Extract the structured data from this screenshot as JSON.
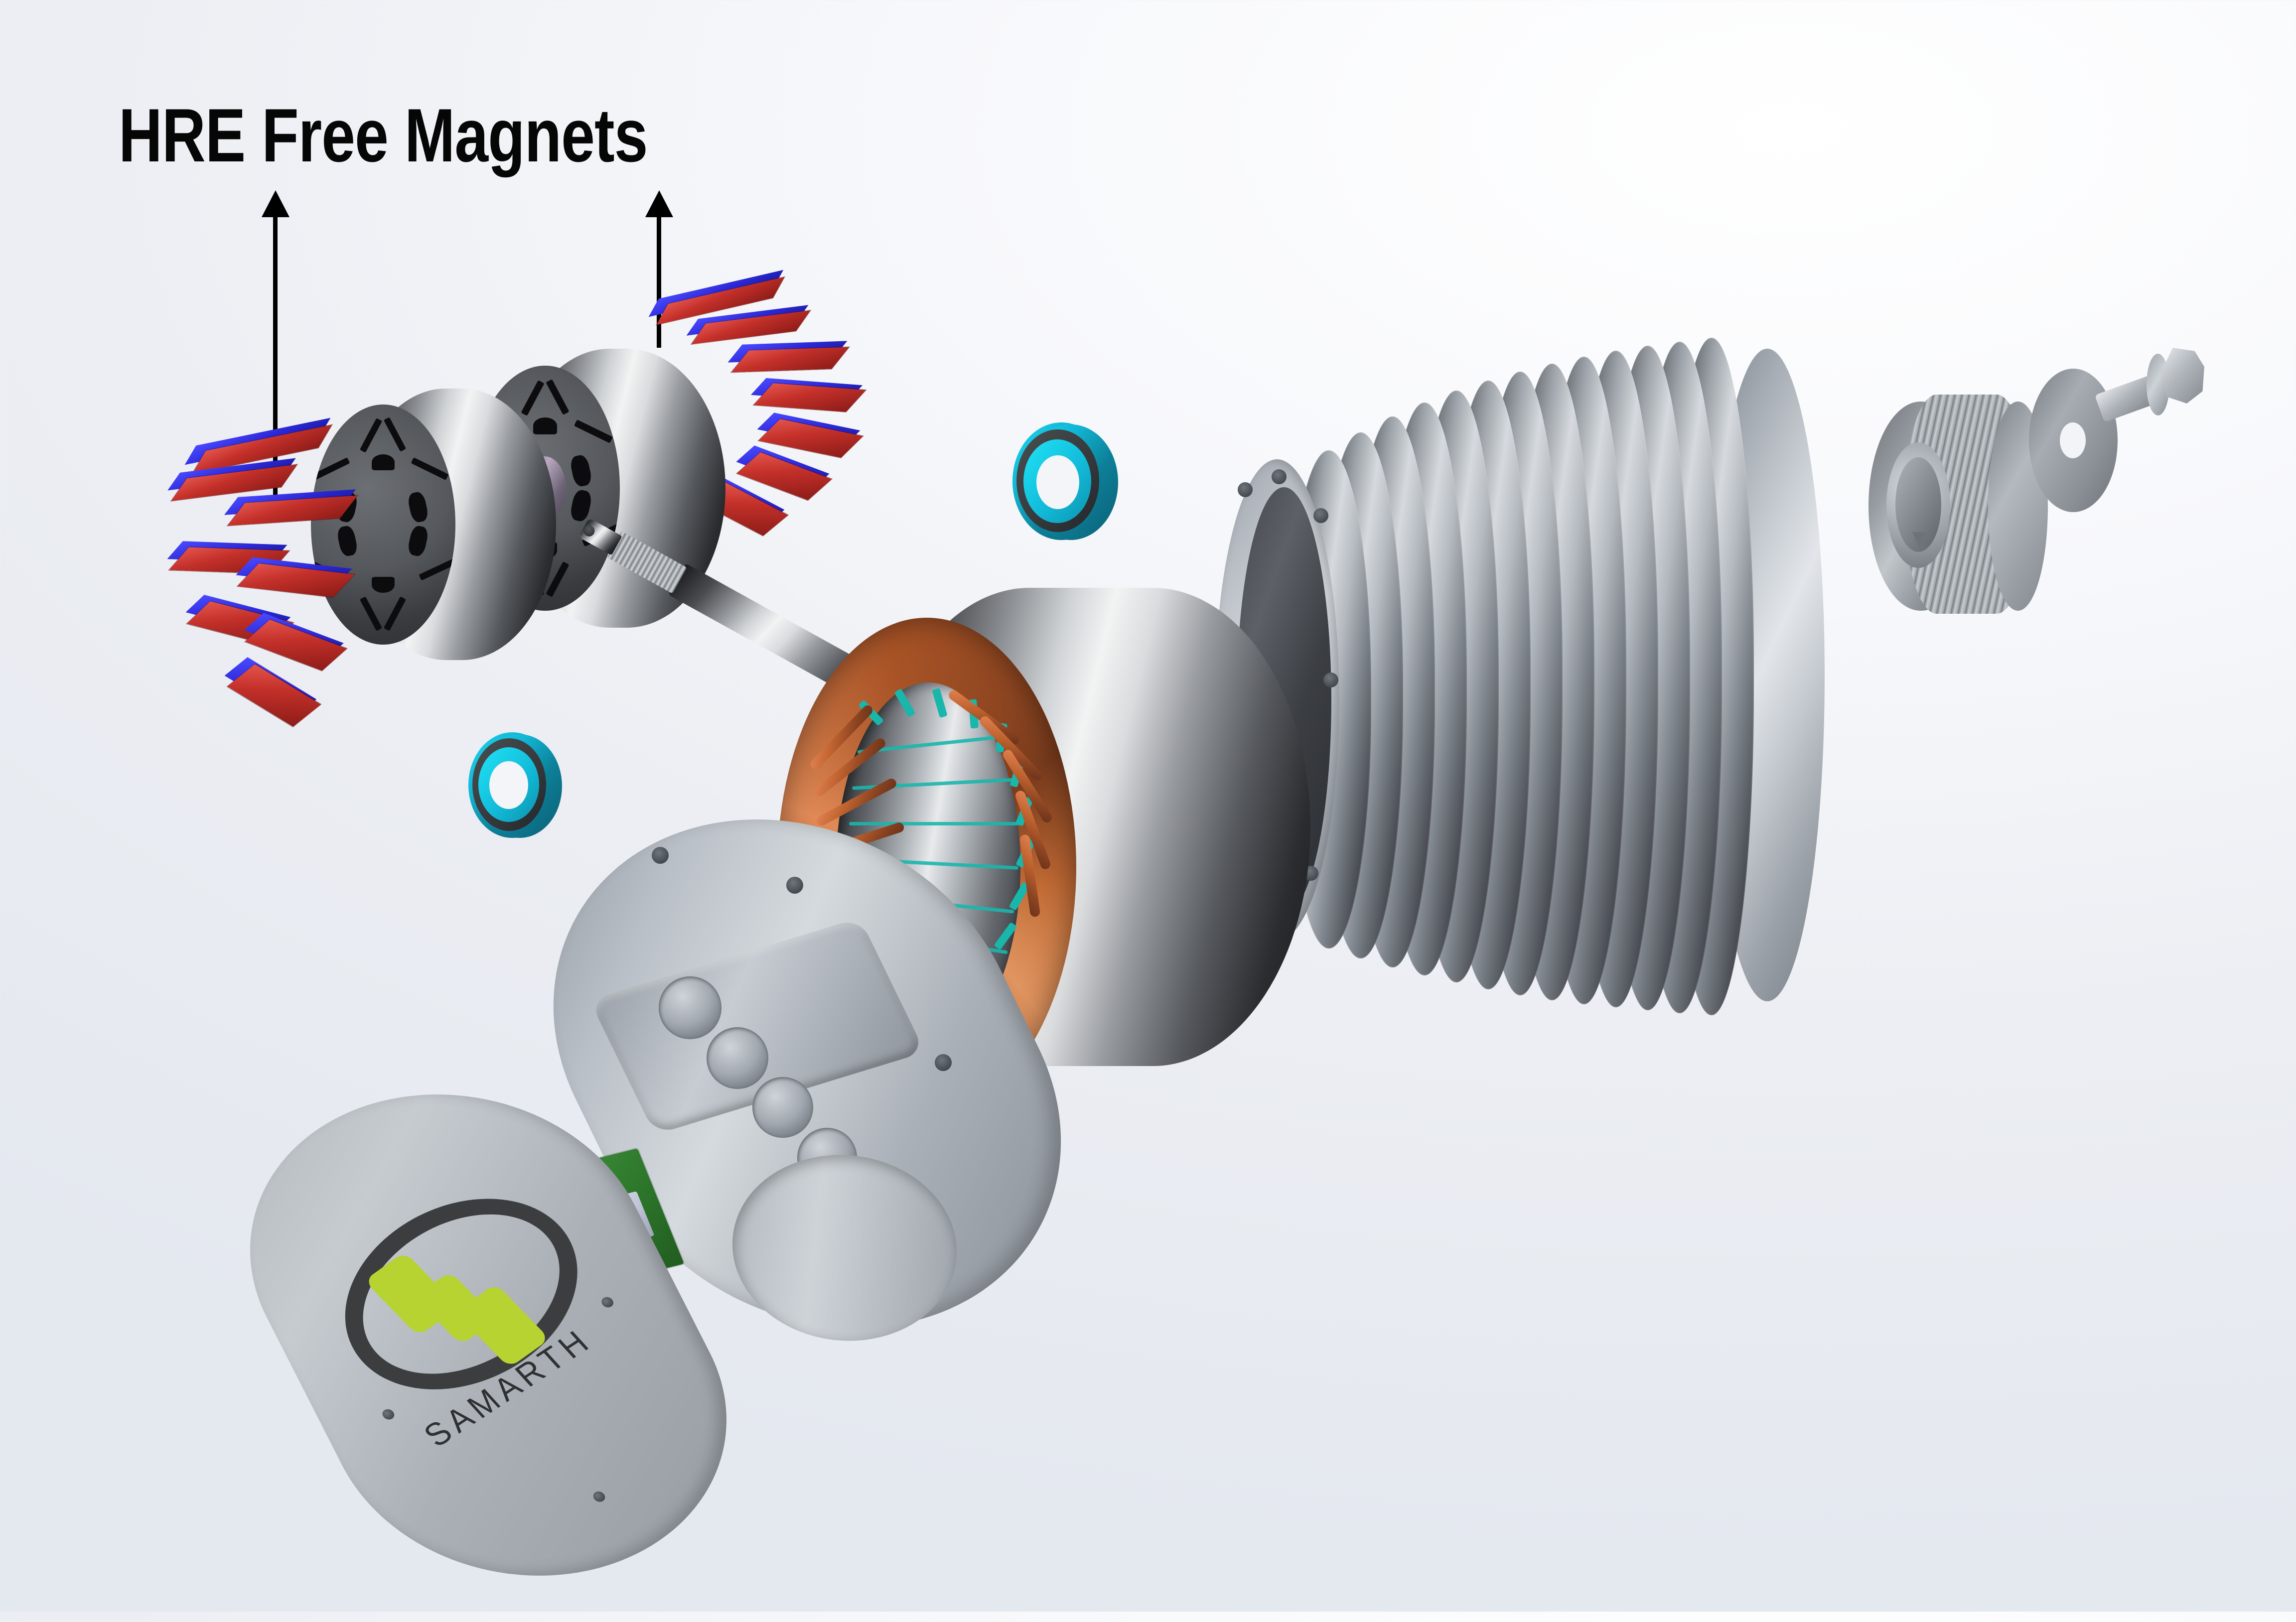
{
  "image": {
    "kind": "exploded-cad-assembly",
    "subject": "permanent magnet electric motor exploded view",
    "background_gradient": [
      "#ffffff",
      "#eceef3",
      "#e4e8ef"
    ]
  },
  "annotation": {
    "title": "HRE Free Magnets",
    "title_color": "#060606",
    "arrows": [
      {
        "name": "left-callout",
        "points_to": "left-rotor-magnet-array"
      },
      {
        "name": "right-callout",
        "points_to": "right-rotor-magnet-array"
      }
    ]
  },
  "brand": {
    "name": "SAMARTH",
    "logo_ring_color": "#3b3d3f",
    "logo_accent_color": "#b6d332",
    "logo_blocks": 3
  },
  "components": [
    {
      "id": "magnet-array-left",
      "label": "HRE Free Magnets",
      "colors": {
        "north": "#c4302a",
        "south": "#2a28d6"
      },
      "count": 8
    },
    {
      "id": "rotor-lamination-1",
      "label": "Rotor Lamination Stack",
      "color": "#55585c"
    },
    {
      "id": "rotor-lamination-2",
      "label": "Rotor Lamination Stack",
      "color": "#55585c"
    },
    {
      "id": "magnet-array-right",
      "label": "HRE Free Magnets",
      "colors": {
        "north": "#c4302a",
        "south": "#2a28d6"
      },
      "count": 8
    },
    {
      "id": "bearing-front",
      "label": "Sealed Ball Bearing",
      "color": "#11b6d4"
    },
    {
      "id": "bearing-rear",
      "label": "Sealed Ball Bearing",
      "color": "#11b6d4"
    },
    {
      "id": "shaft",
      "label": "Stepped Motor Shaft",
      "color": "#9a9da2"
    },
    {
      "id": "stator",
      "label": "Stator with Copper Windings",
      "colors": {
        "copper": "#c0632f",
        "slot_liner": "#19b6ac"
      }
    },
    {
      "id": "housing",
      "label": "Finned Aluminium Housing",
      "color": "#9aa0a7",
      "fin_count": 13
    },
    {
      "id": "end-bracket",
      "label": "Drive End Bracket",
      "color": "#b9bfc6"
    },
    {
      "id": "sensor-pcb",
      "label": "Hall Sensor PCB",
      "color": "#2f7a2d"
    },
    {
      "id": "cover-plate",
      "label": "Branded Cover Plate",
      "color": "#b3b8bd"
    },
    {
      "id": "pulley",
      "label": "Toothed Timing Pulley",
      "color": "#a9aeb3"
    },
    {
      "id": "washer",
      "label": "Flat Washer",
      "color": "#8e9399"
    },
    {
      "id": "bolt",
      "label": "Hex Head Bolt",
      "color": "#c3c8cd"
    }
  ]
}
